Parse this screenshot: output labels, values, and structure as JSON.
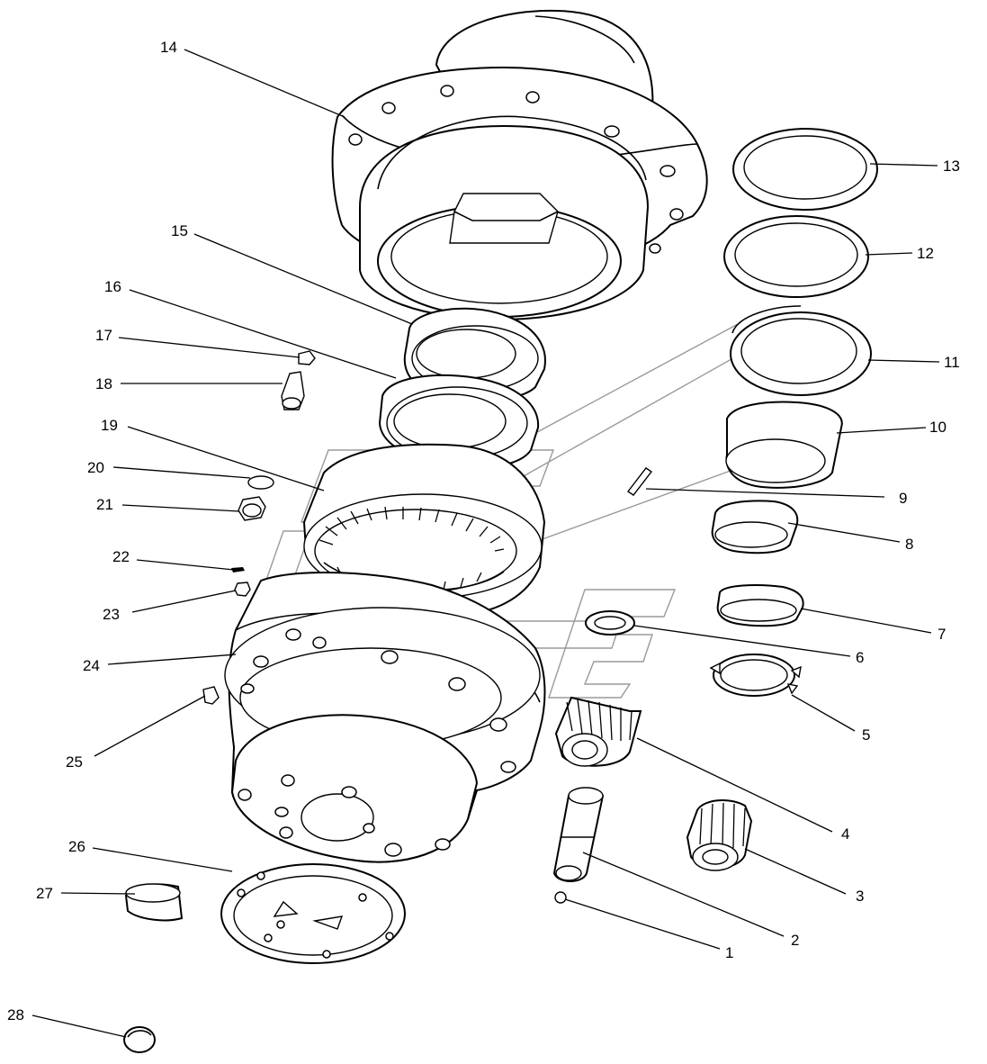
{
  "labels": {
    "p1": "1",
    "p2": "2",
    "p3": "3",
    "p4": "4",
    "p5": "5",
    "p6": "6",
    "p7": "7",
    "p8": "8",
    "p9": "9",
    "p10": "10",
    "p11": "11",
    "p12": "12",
    "p13": "13",
    "p14": "14",
    "p15": "15",
    "p16": "16",
    "p17": "17",
    "p18": "18",
    "p19": "19",
    "p20": "20",
    "p21": "21",
    "p22": "22",
    "p23": "23",
    "p24": "24",
    "p25": "25",
    "p26": "26",
    "p27": "27",
    "p28": "28"
  },
  "colors": {
    "line": "#000000",
    "watermark": "#9a9a9a",
    "background": "#ffffff"
  }
}
